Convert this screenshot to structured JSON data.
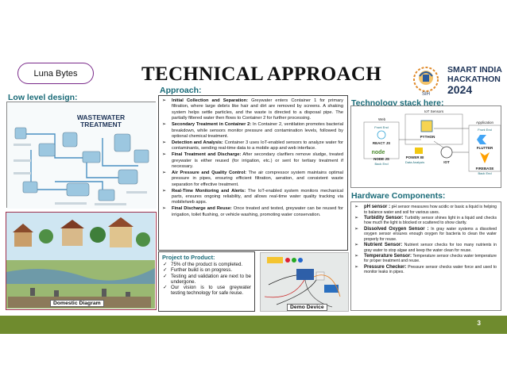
{
  "team": "Luna Bytes",
  "title": "TECHNICAL APPROACH",
  "logo": {
    "line1": "SMART INDIA",
    "line2": "HACKATHON",
    "line3": "2024",
    "badge": "SIH"
  },
  "sections": {
    "low_level": "Low level design:",
    "approach": "Approach:",
    "tech_stack": "Technology stack here:",
    "hardware": "Hardware Components:"
  },
  "diagram": {
    "title_line1": "WASTEWATER",
    "title_line2": "TREATMENT"
  },
  "approach_items": [
    {
      "head": "Initial Collection and Separation:",
      "text": " Greywater enters Container 1 for primary filtration, where large debris like hair and dirt are removed by screens. A shaking system helps settle particles, and the waste is directed to a disposal pipe. The partially filtered water then flows to Container 2 for further processing."
    },
    {
      "head": "Secondary Treatment in Container 2:",
      "text": " In Container 2, ventilation promotes bacterial breakdown, while sensors monitor pressure and contamination levels, followed by optional chemical treatment."
    },
    {
      "head": "Detection and Analysis:",
      "text": " Container 3 uses IoT-enabled sensors to analyze water for contaminants, sending real-time data to a mobile app and web interface."
    },
    {
      "head": "Final Treatment and Discharge:",
      "text": " After secondary clarifiers remove sludge, treated greywater is either reused (for irrigation, etc.) or sent for tertiary treatment if necessary."
    },
    {
      "head": "Air Pressure and Quality Control:",
      "text": " The air compressor system maintains optimal pressure in pipes, ensuring efficient filtration, aeration, and consistent waste separation for effective treatment."
    },
    {
      "head": "Real-Time Monitoring and Alerts:",
      "text": " The IoT-enabled system monitors mechanical parts, ensures ongoing reliability, and allows real-time water quality tracking via mobile/web apps."
    },
    {
      "head": "Final Discharge and Reuse:",
      "text": " Once treated and tested, greywater can be reused for irrigation, toilet flushing, or vehicle washing, promoting water conservation."
    }
  ],
  "progress": {
    "heading": "Project to Product:",
    "items": [
      "75% of the product is completed.",
      "Further build is on progress.",
      "Testing and validation are next to be undergone.",
      "Our vision is to use greywater testing technology for safe reuse."
    ]
  },
  "captions": {
    "domestic": "Domestic Diagram",
    "demo": "Demo Device"
  },
  "tech_stack": {
    "web": "Web",
    "front_end": "Front End",
    "react": "REACT JS",
    "node": "node",
    "node_label": "NODE JS",
    "back_end": "Back End",
    "iot_sensors": "IoT Sensors",
    "python": "PYTHON",
    "iot": "IOT",
    "powerbi": "POWER BI",
    "data_analysis": "Data Analysis",
    "application": "Application",
    "app_front_end": "Front End",
    "flutter": "FLUTTER",
    "firebase": "FIREBASE",
    "app_back_end": "Back End"
  },
  "hardware_items": [
    {
      "head": "pH sensor :",
      "text": " pH sensor measures how acidic or basic a liquid is helping to balance water and soil for various uses."
    },
    {
      "head": "Turbidity Sensor:",
      "text": " Turbidity sensor shines light in a liquid and checks how much the light is blocked or scattered to show clarity."
    },
    {
      "head": "Dissolved Oxygen Sensor :",
      "text": " In gray water systems a dissolved oxygen sensor ensures enough oxygen for bacteria to clean the water properly for reuse."
    },
    {
      "head": "Nutrient Sensor:",
      "text": " Nutrient sensor checks for too many nutrients in gray water to stop algae and keep the water clean for reuse."
    },
    {
      "head": "Temperature Sensor:",
      "text": " Temperature sensor checks water temperature for proper treatment and reuse."
    },
    {
      "head": "Pressure Checker:",
      "text": " Pressure sensor checks water force and used to monitor leaks in pipes."
    }
  ],
  "page_number": "3",
  "colors": {
    "heading": "#1a6b78",
    "footer": "#6f8b2e",
    "pill_border": "#7a2a8a",
    "domestic_border": "#9e2f4c"
  }
}
